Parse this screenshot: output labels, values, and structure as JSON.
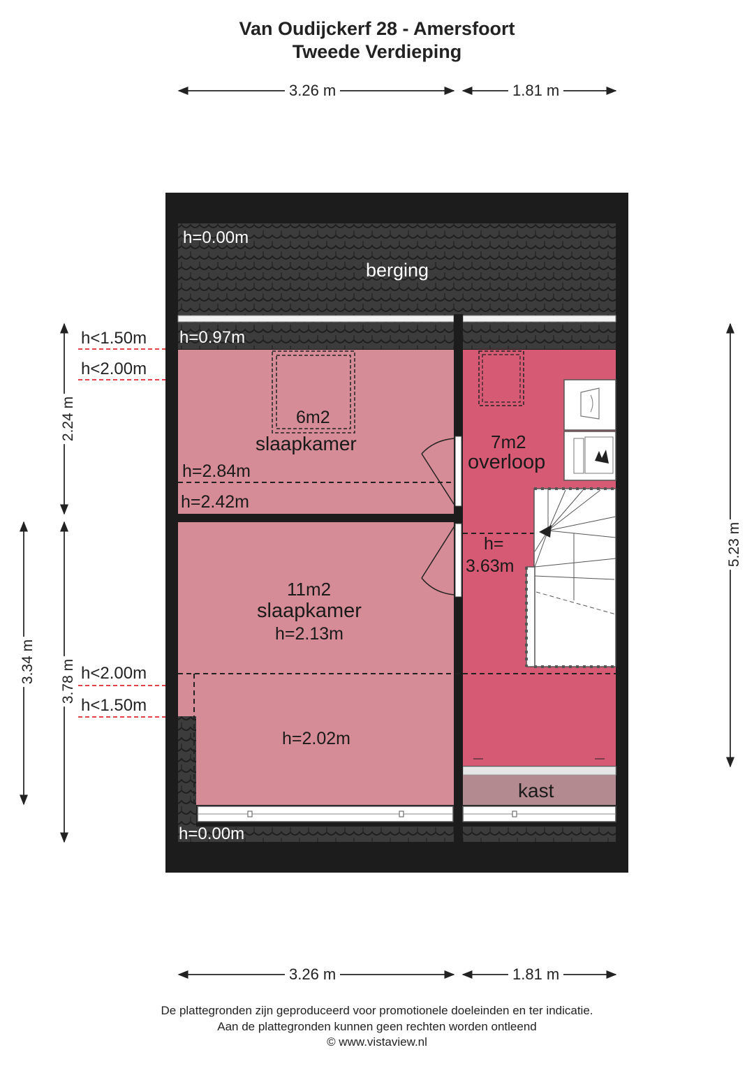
{
  "header": {
    "address": "Van Oudijckerf 28 - Amersfoort",
    "floor": "Tweede Verdieping"
  },
  "dimensions": {
    "top_left": "3.26 m",
    "top_right": "1.81 m",
    "bottom_left": "3.26 m",
    "bottom_right": "1.81 m",
    "left_upper": "2.24 m",
    "left_outer": "3.34 m",
    "left_lower": "3.78 m",
    "right": "5.23 m"
  },
  "height_markers": {
    "upper_150": "h<1.50m",
    "upper_200": "h<2.00m",
    "lower_200": "h<2.00m",
    "lower_150": "h<1.50m"
  },
  "rooms": {
    "berging": {
      "name": "berging",
      "height_top": "h=0.00m",
      "height_bottom": "h=0.97m"
    },
    "slaapkamer_small": {
      "area": "6m2",
      "name": "slaapkamer",
      "height_a": "h=2.84m",
      "height_b": "h=2.42m"
    },
    "overloop": {
      "area": "7m2",
      "name": "overloop",
      "height_label": "h=",
      "height_value": "3.63m"
    },
    "slaapkamer_large": {
      "area": "11m2",
      "name": "slaapkamer",
      "height": "h=2.13m",
      "height_low": "h=2.02m"
    },
    "kast": {
      "name": "kast"
    },
    "bottom_edge": {
      "height": "h=0.00m"
    }
  },
  "colors": {
    "wall": "#1c1c1c",
    "roof": "#3a3a3a",
    "bedroom": "#d68c96",
    "landing": "#d65a74",
    "closet": "#b38a90",
    "marker": "#e8404a"
  },
  "footer": {
    "line1": "De plattegronden zijn geproduceerd voor promotionele doeleinden en ter indicatie.",
    "line2": "Aan de plattegronden kunnen geen rechten worden ontleend",
    "line3": "© www.vistaview.nl"
  }
}
